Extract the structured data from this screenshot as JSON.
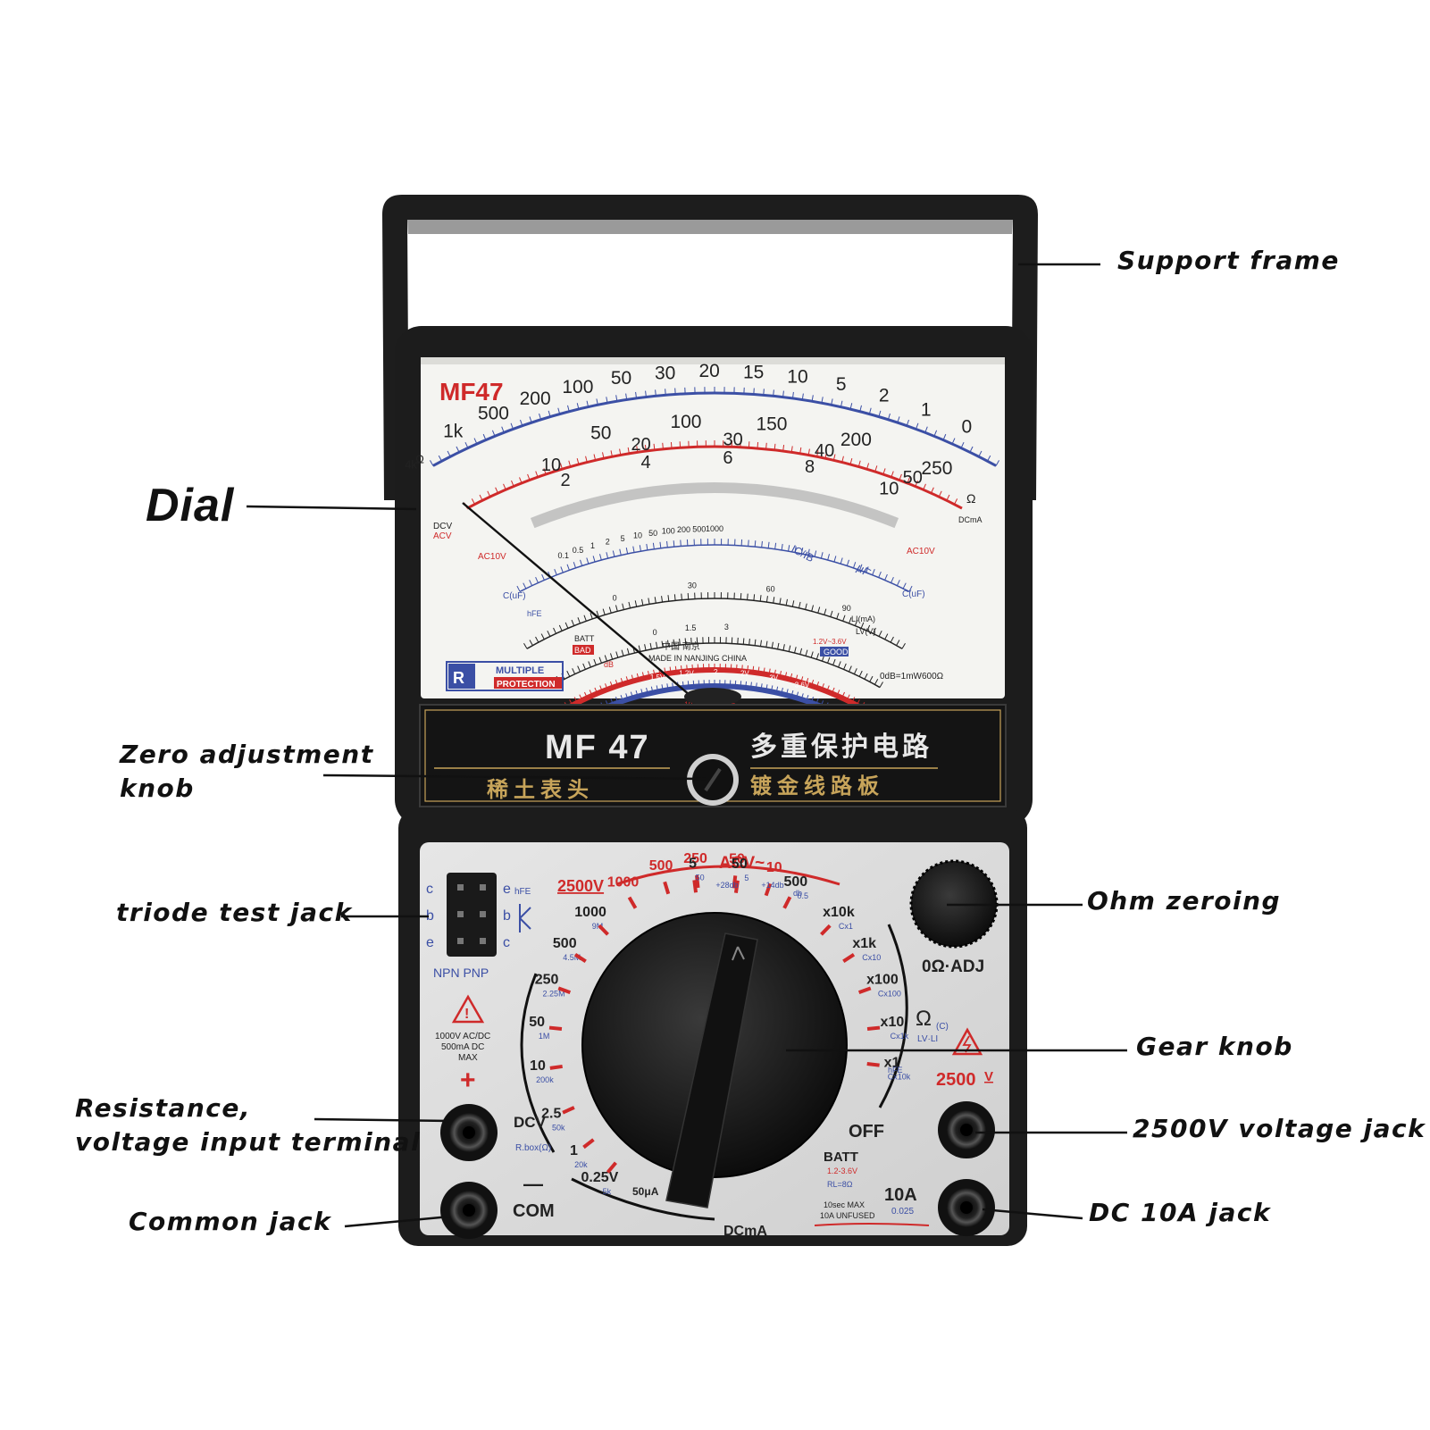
{
  "callouts": {
    "support_frame": "Support frame",
    "dial": "Dial",
    "zero_adjust_1": "Zero adjustment",
    "zero_adjust_2": "knob",
    "triode_test": "triode test jack",
    "resistance_1": "Resistance,",
    "resistance_2": "voltage input terminal",
    "common_jack": "Common jack",
    "ohm_zeroing": "Ohm zeroing",
    "gear_knob": "Gear knob",
    "jack_2500v": "2500V voltage jack",
    "jack_10a": "DC 10A jack"
  },
  "dial_face": {
    "brand": "MF47",
    "ohm_scale": [
      "1k",
      "500",
      "200",
      "100",
      "50",
      "30",
      "20",
      "15",
      "10",
      "5",
      "2",
      "1",
      "0"
    ],
    "ohm_small": [
      "4k",
      "Ω"
    ],
    "ohm_right": "Ω",
    "dcv_scale_a": [
      "50",
      "100",
      "150",
      "200",
      "250"
    ],
    "dcv_scale_b": [
      "10",
      "20",
      "30",
      "40",
      "50"
    ],
    "dcv_scale_c": [
      "2",
      "4",
      "6",
      "8",
      "10"
    ],
    "dcv_label": "DCV",
    "acv_label": "ACV",
    "dcma_label": "DCmA",
    "ac10v_left": "AC10V",
    "ac10v_right": "AC10V",
    "cap_scale": [
      "0.1",
      "0.5",
      "1",
      "2",
      "5",
      "10",
      "50",
      "100",
      "200",
      "500",
      "1000"
    ],
    "cap_left": "C(uF)",
    "cap_right": "C(uF)",
    "ic_ib": "IC/IB",
    "uf": "μF",
    "hfe": "hFE",
    "hfe_scale": [
      "0",
      "30",
      "60",
      "90"
    ],
    "li_scale": [
      "0",
      "1.5",
      "3"
    ],
    "li_label": "LI(mA)",
    "lv_label": "LV(V)",
    "batt": "BATT",
    "bad": "BAD",
    "good": "GOOD",
    "batt_range": "1.2V~3.6V",
    "batt_marks": [
      "1.5V",
      "1.2V",
      "?",
      "2V",
      "3V",
      "3.6V"
    ],
    "db_label": "dB",
    "db_scale": [
      "-10",
      "0",
      "10",
      "15",
      "20",
      "22"
    ],
    "made_cn": "中国  南京",
    "made_en": "MADE IN NANJING CHINA",
    "db_ref": "0dB=1mW600Ω",
    "multiple": "MULTIPLE",
    "protection": "PROTECTION"
  },
  "nameplate": {
    "model": "MF 47",
    "cn_top": "多重保护电路",
    "cn_left": "稀土表头",
    "cn_right": "镀金线路板"
  },
  "panel": {
    "top_2500v": "2500V",
    "acv_label": "ACV~",
    "acv_ranges": [
      "1000",
      "500",
      "250",
      "50",
      "10"
    ],
    "acv_db": [
      "+28db",
      "+14db",
      "db"
    ],
    "dcv_ranges": [
      "1000",
      "500",
      "250",
      "50",
      "10",
      "2.5",
      "1",
      "0.25V"
    ],
    "dcv_sub": [
      "9M",
      "4.5M",
      "2.25M",
      "1M",
      "200k",
      "50k",
      "20k",
      "5k"
    ],
    "dcv_label": "DCV",
    "rbox": "R.box(Ω)",
    "ua_label": "50μA",
    "dcma_ranges": [
      "5",
      "50",
      "500"
    ],
    "dcma_sub": [
      "50",
      "5",
      "0.5"
    ],
    "dcma_label": "DCmA",
    "ohm_ranges": [
      "x10k",
      "x1k",
      "x100",
      "x10",
      "x1"
    ],
    "ohm_sub": [
      "Cx1",
      "Cx10",
      "Cx100",
      "Cx1k",
      "Cx10k"
    ],
    "ohm_symbol": "Ω",
    "ohm_c": "(C)",
    "lv_li": "LV·LI",
    "hfe": "hFE",
    "off": "OFF",
    "batt": "BATT",
    "batt_range": "1.2-3.6V",
    "batt_rl": "RL=8Ω",
    "ten_a": "10A",
    "ten_a_val": "0.025",
    "ten_a_warn_1": "10sec MAX",
    "ten_a_warn_2": "10A UNFUSED",
    "zero_adj": "0Ω·ADJ",
    "right_2500v": "2500",
    "right_2500v_unit": "V",
    "max_1": "1000V AC/DC",
    "max_2": "500mA DC",
    "max_3": "MAX",
    "plus": "+",
    "com": "COM",
    "minus": "—",
    "npn_pnp": "NPN PNP",
    "ebc_left": [
      "c",
      "b",
      "e"
    ],
    "ebc_right": [
      "e",
      "b",
      "c"
    ],
    "hfe_small": "hFE"
  },
  "colors": {
    "body": "#1c1c1c",
    "panel": "#dcdcdc",
    "dial_face": "#f3f3f1",
    "red": "#cf2a2a",
    "blue": "#3b4fa5",
    "gold": "#c7a45a"
  }
}
